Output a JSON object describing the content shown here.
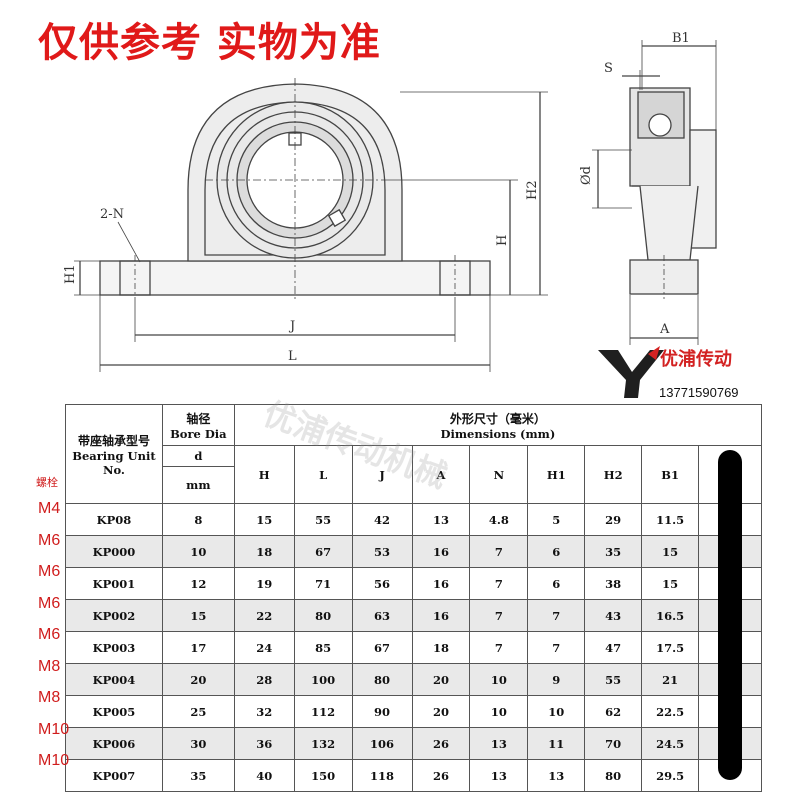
{
  "banner": "仅供参考  实物为准",
  "brand": {
    "name": "优浦传动",
    "phone": "13771590769"
  },
  "drawing_labels": {
    "b1": "B1",
    "s": "S",
    "od": "Ød",
    "h2": "H2",
    "h": "H",
    "n": "2-N",
    "h1": "H1",
    "j": "J",
    "l": "L",
    "a": "A"
  },
  "table": {
    "model_header_cn": "带座轴承型号",
    "model_header_en": "Bearing Unit No.",
    "bore_header_cn": "轴径",
    "bore_header_en": "Bore Dia",
    "bore_d": "d",
    "bore_unit": "mm",
    "dims_header_cn": "外形尺寸（毫米）",
    "dims_header_en": "Dimensions (mm)",
    "cols": [
      "H",
      "L",
      "J",
      "A",
      "N",
      "H1",
      "H2",
      "B1"
    ],
    "rows": [
      {
        "model": "KP08",
        "d": "8",
        "vals": [
          "15",
          "55",
          "42",
          "13",
          "4.8",
          "5",
          "29",
          "11.5"
        ]
      },
      {
        "model": "KP000",
        "d": "10",
        "vals": [
          "18",
          "67",
          "53",
          "16",
          "7",
          "6",
          "35",
          "15"
        ]
      },
      {
        "model": "KP001",
        "d": "12",
        "vals": [
          "19",
          "71",
          "56",
          "16",
          "7",
          "6",
          "38",
          "15"
        ]
      },
      {
        "model": "KP002",
        "d": "15",
        "vals": [
          "22",
          "80",
          "63",
          "16",
          "7",
          "7",
          "43",
          "16.5"
        ]
      },
      {
        "model": "KP003",
        "d": "17",
        "vals": [
          "24",
          "85",
          "67",
          "18",
          "7",
          "7",
          "47",
          "17.5"
        ]
      },
      {
        "model": "KP004",
        "d": "20",
        "vals": [
          "28",
          "100",
          "80",
          "20",
          "10",
          "9",
          "55",
          "21"
        ]
      },
      {
        "model": "KP005",
        "d": "25",
        "vals": [
          "32",
          "112",
          "90",
          "20",
          "10",
          "10",
          "62",
          "22.5"
        ]
      },
      {
        "model": "KP006",
        "d": "30",
        "vals": [
          "36",
          "132",
          "106",
          "26",
          "13",
          "11",
          "70",
          "24.5"
        ]
      },
      {
        "model": "KP007",
        "d": "35",
        "vals": [
          "40",
          "150",
          "118",
          "26",
          "13",
          "13",
          "80",
          "29.5"
        ]
      }
    ]
  },
  "bolts": {
    "header": "螺栓",
    "list": [
      "M4",
      "M6",
      "M6",
      "M6",
      "M6",
      "M8",
      "M8",
      "M10",
      "M10"
    ]
  },
  "watermark": "优浦传动机械"
}
